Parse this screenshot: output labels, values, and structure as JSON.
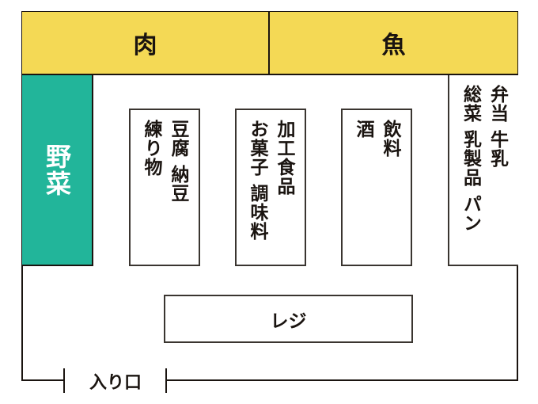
{
  "store_map": {
    "top_sections": {
      "meat": "肉",
      "fish": "魚"
    },
    "left_section": {
      "vegetables": "野菜"
    },
    "aisles": [
      {
        "label": "豆腐 納豆\n練り物",
        "lines": [
          "豆腐 納豆",
          "練り物"
        ]
      },
      {
        "label": "加工食品\nお菓子 調味料",
        "lines": [
          "加工食品",
          "お菓子 調味料"
        ]
      },
      {
        "label": "飲料\n酒",
        "lines": [
          "飲料",
          "酒"
        ]
      }
    ],
    "right_section": {
      "lines": [
        "弁当 牛乳",
        "総菜 乳製品 パン"
      ]
    },
    "register": "レジ",
    "entrance": "入り口"
  },
  "colors": {
    "top_band": "#F4D955",
    "vegetables": "#22B59A",
    "outline": "#1a1410"
  }
}
